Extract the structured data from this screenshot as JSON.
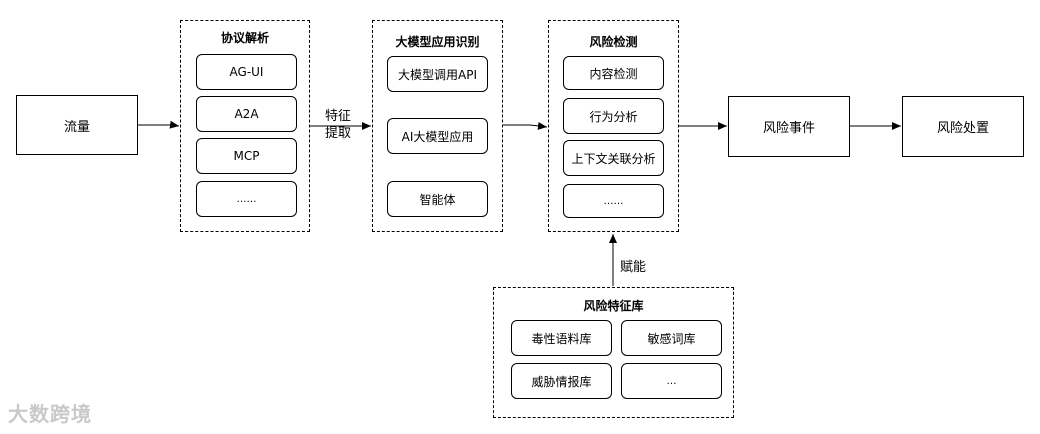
{
  "nodes": {
    "traffic": "流量",
    "risk_event": "风险事件",
    "risk_disposal": "风险处置"
  },
  "groups": {
    "protocol": {
      "title": "协议解析",
      "items": [
        "AG-UI",
        "A2A",
        "MCP",
        "……"
      ]
    },
    "llm_app": {
      "title": "大模型应用识别",
      "items": [
        "大模型调用API",
        "AI大模型应用",
        "智能体"
      ]
    },
    "risk_detect": {
      "title": "风险检测",
      "items": [
        "内容检测",
        "行为分析",
        "上下文关联分析",
        "……"
      ]
    },
    "risk_features": {
      "title": "风险特征库",
      "items": [
        "毒性语料库",
        "敏感词库",
        "威胁情报库",
        "…"
      ]
    }
  },
  "edge_labels": {
    "feature_extract_line1": "特征",
    "feature_extract_line2": "提取",
    "empower": "赋能"
  },
  "watermark": {
    "text": "大数跨境"
  }
}
